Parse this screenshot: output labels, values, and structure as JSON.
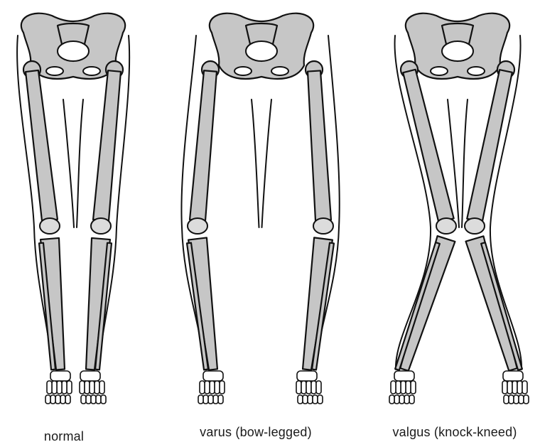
{
  "figure": {
    "panels": [
      {
        "id": "normal",
        "label": "normal"
      },
      {
        "id": "varus",
        "label": "varus (bow-legged)"
      },
      {
        "id": "valgus",
        "label": "valgus (knock-kneed)"
      }
    ],
    "colors": {
      "bone": "#c6c6c6",
      "outline": "#111111",
      "background": "#ffffff"
    }
  }
}
